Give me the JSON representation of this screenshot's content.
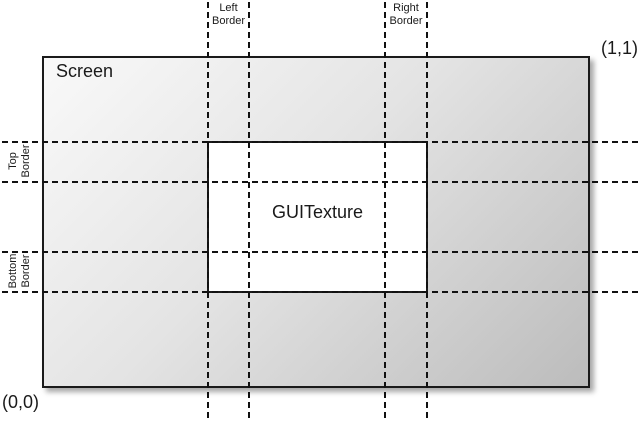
{
  "diagram": {
    "screen_label": "Screen",
    "texture_label": "GUITexture",
    "coords": {
      "bottom_left": "(0,0)",
      "top_right": "(1,1)"
    },
    "borders": {
      "left": {
        "line1": "Left",
        "line2": "Border"
      },
      "right": {
        "line1": "Right",
        "line2": "Border"
      },
      "top": {
        "line1": "Top",
        "line2": "Border"
      },
      "bottom": {
        "line1": "Bottom",
        "line2": "Border"
      }
    },
    "colors": {
      "line": "#1a1a1a",
      "dashed_guide": "#111111",
      "screen_gradient_start": "#f9f9f9",
      "screen_gradient_end": "#bcbcbc",
      "texture_fill": "#ffffff",
      "background": "#ffffff"
    }
  }
}
